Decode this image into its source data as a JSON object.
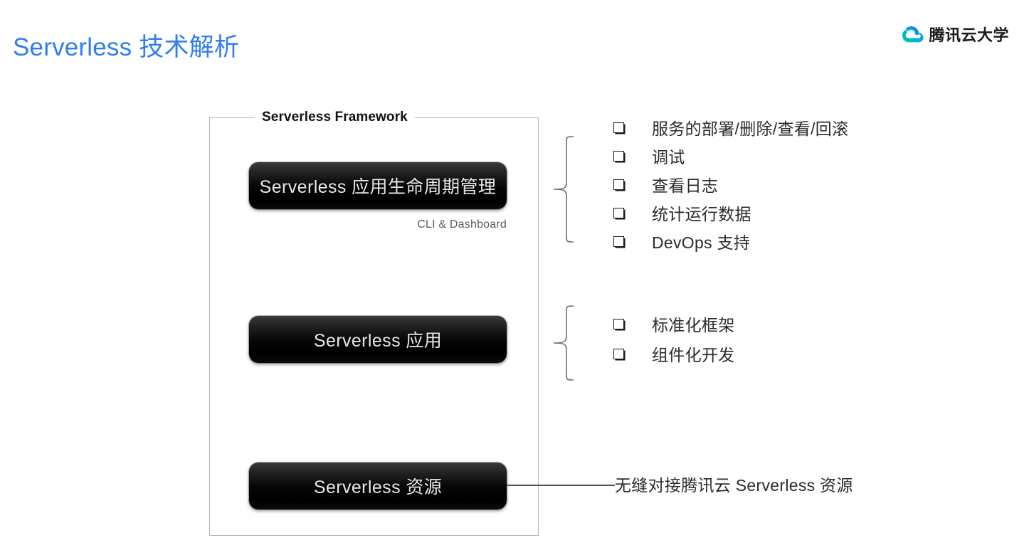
{
  "header": {
    "title": "Serverless 技术解析",
    "title_color": "#2f7ef0",
    "brand_name": "腾讯云大学",
    "brand_icon": "tencent-cloud-logo-icon",
    "brand_color_start": "#00c6a9",
    "brand_color_end": "#1f6ff0"
  },
  "diagram": {
    "group_label": "Serverless Framework",
    "boxes": [
      {
        "label": "Serverless 应用生命周期管理",
        "sub_label": "CLI & Dashboard"
      },
      {
        "label": "Serverless 应用",
        "sub_label": ""
      },
      {
        "label": "Serverless 资源",
        "sub_label": ""
      }
    ],
    "lifecycle_features": [
      "服务的部署/删除/查看/回滚",
      "调试",
      "查看日志",
      "统计运行数据",
      "DevOps 支持"
    ],
    "app_features": [
      "标准化框架",
      "组件化开发"
    ],
    "resource_note": "无缝对接腾讯云 Serverless 资源",
    "bullet_glyph": "square-outline-bullet-icon"
  }
}
